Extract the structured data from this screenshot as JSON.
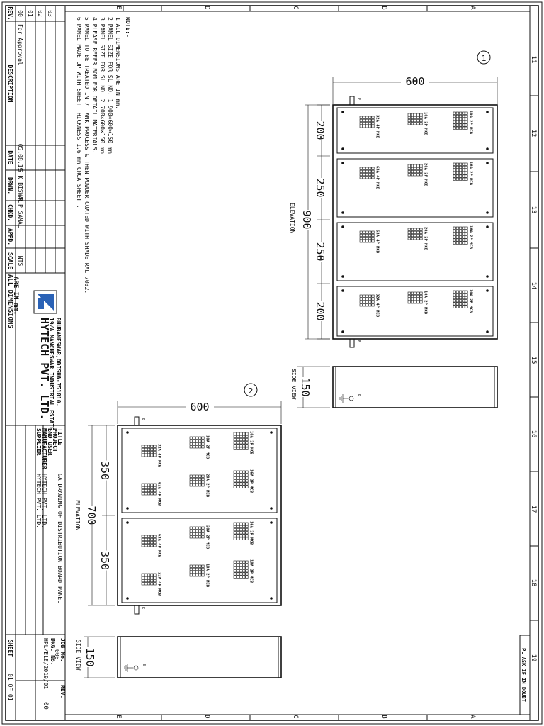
{
  "grid": {
    "columns": [
      "11",
      "12",
      "13",
      "14",
      "15",
      "16",
      "17",
      "18",
      "19"
    ],
    "rows": [
      "A",
      "B",
      "C",
      "D",
      "E"
    ]
  },
  "notes": {
    "title": "NOTE:-",
    "lines": [
      "1 ALL DIMENSIONS ARE IN mm.",
      "2 PANEL SIZE FOR SL NO. 1 900×600×150 mm",
      "3 PANEL SIZE FOR SL NO. 2 700×600×150 mm",
      "4 PLEASE REFER BOM FOR DETAIL MATERIALS.",
      "5 PANEL TO BE TREATED IN 7 TANK PROCESS & THEN POWDER COATED WITH SHADE RAL 7032.",
      "6 PANEL MADE UP WITH SHEET THICKNESS 1.6 mm CRCA SHEET ."
    ]
  },
  "view1": {
    "number": "1",
    "width": "600",
    "height": "900",
    "sections": [
      "200",
      "250",
      "250",
      "200"
    ],
    "depth": "150",
    "elevation_label": "ELEVATION",
    "side_label": "SIDE VIEW",
    "mcb": [
      [
        "32A 4P MCB",
        "10A 2P MCB",
        "10A 2P MCB"
      ],
      [
        "63A 4P MCB",
        "20A 2P MCB",
        "16A 2P MCB"
      ],
      [
        "63A 4P MCB",
        "20A 2P MCB",
        "16A 2P MCB"
      ],
      [
        "32A 4P MCB",
        "10A 2P MCB",
        "10A 2P MCB"
      ]
    ]
  },
  "view2": {
    "number": "2",
    "width": "600",
    "height": "700",
    "sections": [
      "350",
      "350"
    ],
    "depth": "150",
    "elevation_label": "ELEVATION",
    "side_label": "SIDE VIEW",
    "mcb": [
      [
        "32A 4P MCB",
        "63A 4P MCB",
        "10A 2P MCB",
        "20A 2P MCB",
        "10A 2P MCB",
        "16A 2P MCB"
      ],
      [
        "63A 4P MCB",
        "32A 4P MCB",
        "20A 2P MCB",
        "10A 2P MCB",
        "16A 2P MCB",
        "10A 2P MCB"
      ]
    ]
  },
  "title_block": {
    "rev_table": {
      "headers": [
        "REV.",
        "DESCRIPTION",
        "DATE",
        "DRWN.",
        "CHKD.",
        "APPD.",
        "SCALE"
      ],
      "rows": [
        [
          "03",
          "",
          "",
          "",
          "",
          "",
          ""
        ],
        [
          "02",
          "",
          "",
          "",
          "",
          "",
          ""
        ],
        [
          "01",
          "",
          "",
          "",
          "",
          "",
          ""
        ],
        [
          "00",
          "For Approval",
          "05.08.19",
          "S K BISWAL",
          "R P SAMAL",
          "",
          "NTS"
        ]
      ]
    },
    "all_dims": "ALL DIMENSIONS ARE IN mm.",
    "company": "HYTECH PVT. LTD.",
    "address1": "19/A MANCHESWAR INDUSTRIAL ESTATE,",
    "address2": "BHUBANESWAR,ODISHA-751010.",
    "fields": [
      {
        "label": "TITLE",
        "value": "GA DRAWING OF DISTRIBUTION BOARD PANEL"
      },
      {
        "label": "PROJECT",
        "value": ""
      },
      {
        "label": "END USER",
        "value": ""
      },
      {
        "label": "MANUFACTURER",
        "value": "HYTECH PVT. LTD."
      },
      {
        "label": "SUPPLIER",
        "value": "HYTECH PVT. LTD."
      }
    ],
    "job_label": "JOB No.",
    "job_value": "006",
    "drg_label": "DRG. No.",
    "drg_value": "HPL/ELE/2019/01",
    "rev_label": "REV.",
    "rev_value": "00",
    "sheet_label": "SHEET",
    "sheet_value": "01 OF 01",
    "ask": "PL ASK IF IN DOUBT"
  }
}
